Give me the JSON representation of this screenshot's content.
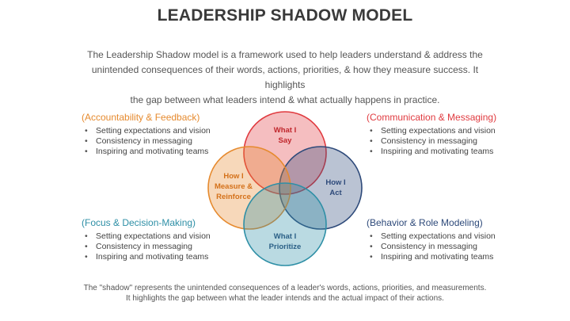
{
  "title": "LEADERSHIP SHADOW MODEL",
  "intro": [
    "The Leadership Shadow model is a framework used to help leaders understand & address the",
    "unintended consequences of their words, actions, priorities, & how they measure success. It highlights",
    "the gap between what leaders intend & what actually happens in practice."
  ],
  "colors": {
    "red": "#e03a3f",
    "navy": "#2e4a7a",
    "orange": "#e68a2e",
    "teal": "#2e8fa6"
  },
  "boxes": {
    "top_left": {
      "heading": "(Accountability & Feedback)",
      "color": "#e68a2e",
      "items": [
        "Setting expectations and vision",
        "Consistency in messaging",
        "Inspiring and motivating teams"
      ]
    },
    "top_right": {
      "heading": "(Communication & Messaging)",
      "color": "#e03a3f",
      "items": [
        "Setting expectations and vision",
        "Consistency in messaging",
        "Inspiring and motivating teams"
      ]
    },
    "bottom_left": {
      "heading": "(Focus & Decision-Making)",
      "color": "#2e8fa6",
      "items": [
        "Setting expectations and vision",
        "Consistency in messaging",
        "Inspiring and motivating teams"
      ]
    },
    "bottom_right": {
      "heading": "(Behavior & Role Modeling)",
      "color": "#2e4a7a",
      "items": [
        "Setting expectations and vision",
        "Consistency in messaging",
        "Inspiring and motivating teams"
      ]
    }
  },
  "venn": {
    "say": [
      "What I",
      "Say"
    ],
    "act": [
      "How I",
      "Act"
    ],
    "measure": [
      "How I",
      "Measure &",
      "Reinforce"
    ],
    "prioritize": [
      "What I",
      "Prioritize"
    ]
  },
  "footer": [
    "The \"shadow\" represents the unintended consequences of a leader's words, actions, priorities, and measurements.",
    "It highlights the gap between what the leader intends and the actual impact of their actions."
  ]
}
